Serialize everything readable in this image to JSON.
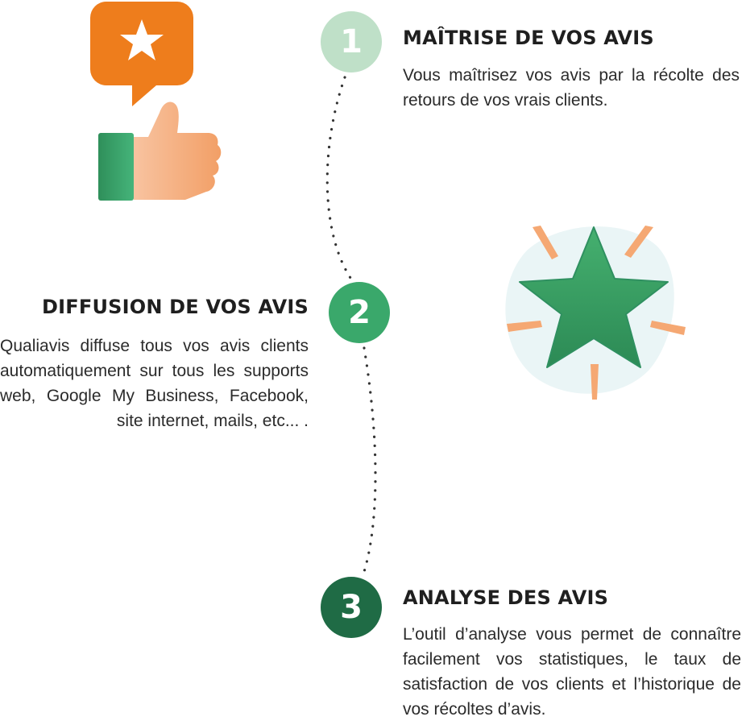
{
  "steps": [
    {
      "number": "1",
      "title": "MAÎTRISE DE VOS AVIS",
      "description": "Vous maîtrisez vos avis par la récolte des retours de vos vrais clients.",
      "color": "#bfe0c8"
    },
    {
      "number": "2",
      "title": "DIFFUSION DE VOS AVIS",
      "description": "Qualiavis diffuse tous vos avis clients automatiquement sur tous les supports web, Google My Business, Facebook, site internet, mails, etc... .",
      "color": "#3aa86b"
    },
    {
      "number": "3",
      "title": "ANALYSE DES AVIS",
      "description": "L’outil d’analyse vous permet de connaître facilement vos statistiques, le taux de satisfaction de vos clients et l’historique de vos récoltes d’avis.",
      "color": "#1f6b45"
    }
  ],
  "illustrations": {
    "thumbs_up": "thumbs-up-review-icon",
    "star_burst": "star-burst-icon"
  },
  "colors": {
    "orange": "#ee7d1c",
    "peach": "#f5a873",
    "green": "#3aa86b",
    "dark_green": "#1f6b45",
    "light_bg": "#eaf5f6"
  }
}
